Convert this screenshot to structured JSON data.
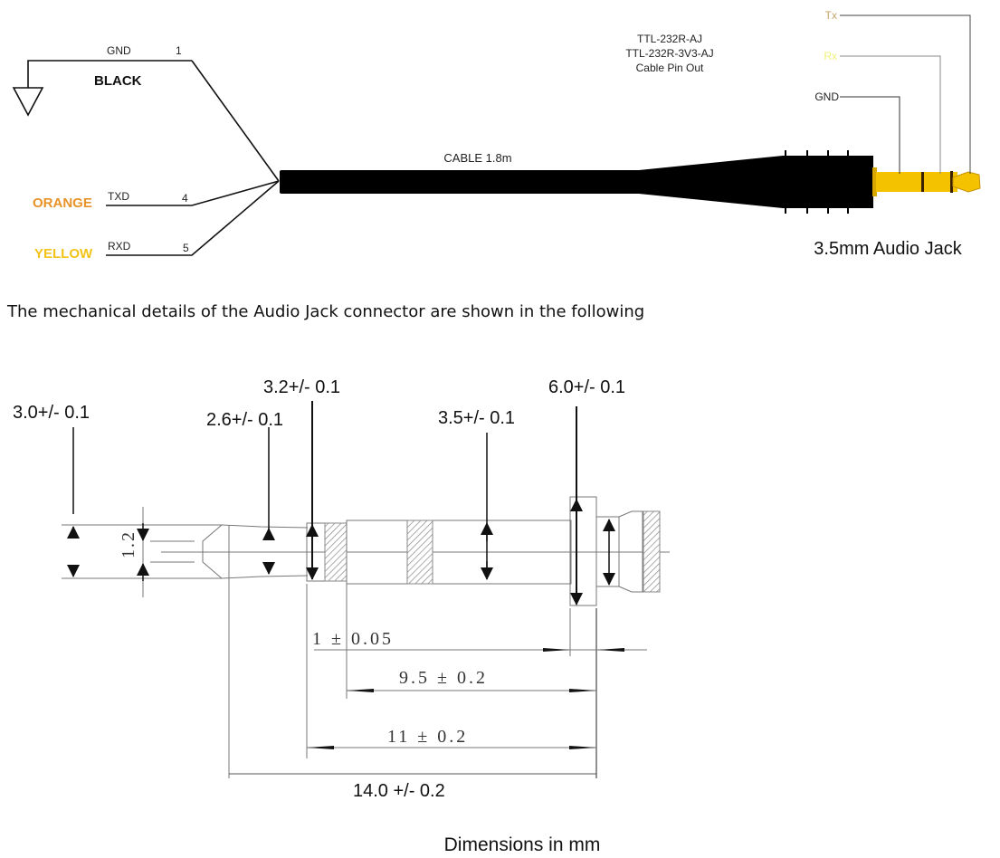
{
  "pinout": {
    "title_lines": [
      "TTL-232R-AJ",
      "TTL-232R-3V3-AJ",
      "Cable Pin Out"
    ],
    "cable_label": "CABLE 1.8m",
    "jack_label": "3.5mm Audio Jack",
    "wires": [
      {
        "signal": "GND",
        "pin": "1",
        "color_name": "BLACK",
        "color": "#111111"
      },
      {
        "signal": "TXD",
        "pin": "4",
        "color_name": "ORANGE",
        "color": "#e8922a"
      },
      {
        "signal": "RXD",
        "pin": "5",
        "color_name": "YELLOW",
        "color": "#f2c318"
      }
    ],
    "jack_contacts": [
      {
        "label": "Tx",
        "color": "#c9a56a"
      },
      {
        "label": "Rx",
        "color": "#f0f07a"
      },
      {
        "label": "GND",
        "color": "#222222"
      }
    ],
    "plug_color": "#f5c200"
  },
  "intro_text": "The mechanical details of the Audio Jack connector are shown in the following",
  "mechanical": {
    "diameters": {
      "d_3_0": "3.0+/- 0.1",
      "d_2_6": "2.6+/- 0.1",
      "d_3_2": "3.2+/- 0.1",
      "d_3_5": "3.5+/- 0.1",
      "d_6_0": "6.0+/- 0.1",
      "d_1_2": "1.2"
    },
    "lengths": {
      "l_1": "1 ± 0.05",
      "l_9_5": "9.5 ± 0.2",
      "l_11": "11 ± 0.2",
      "l_14": "14.0 +/- 0.2"
    },
    "units_caption": "Dimensions in mm"
  }
}
